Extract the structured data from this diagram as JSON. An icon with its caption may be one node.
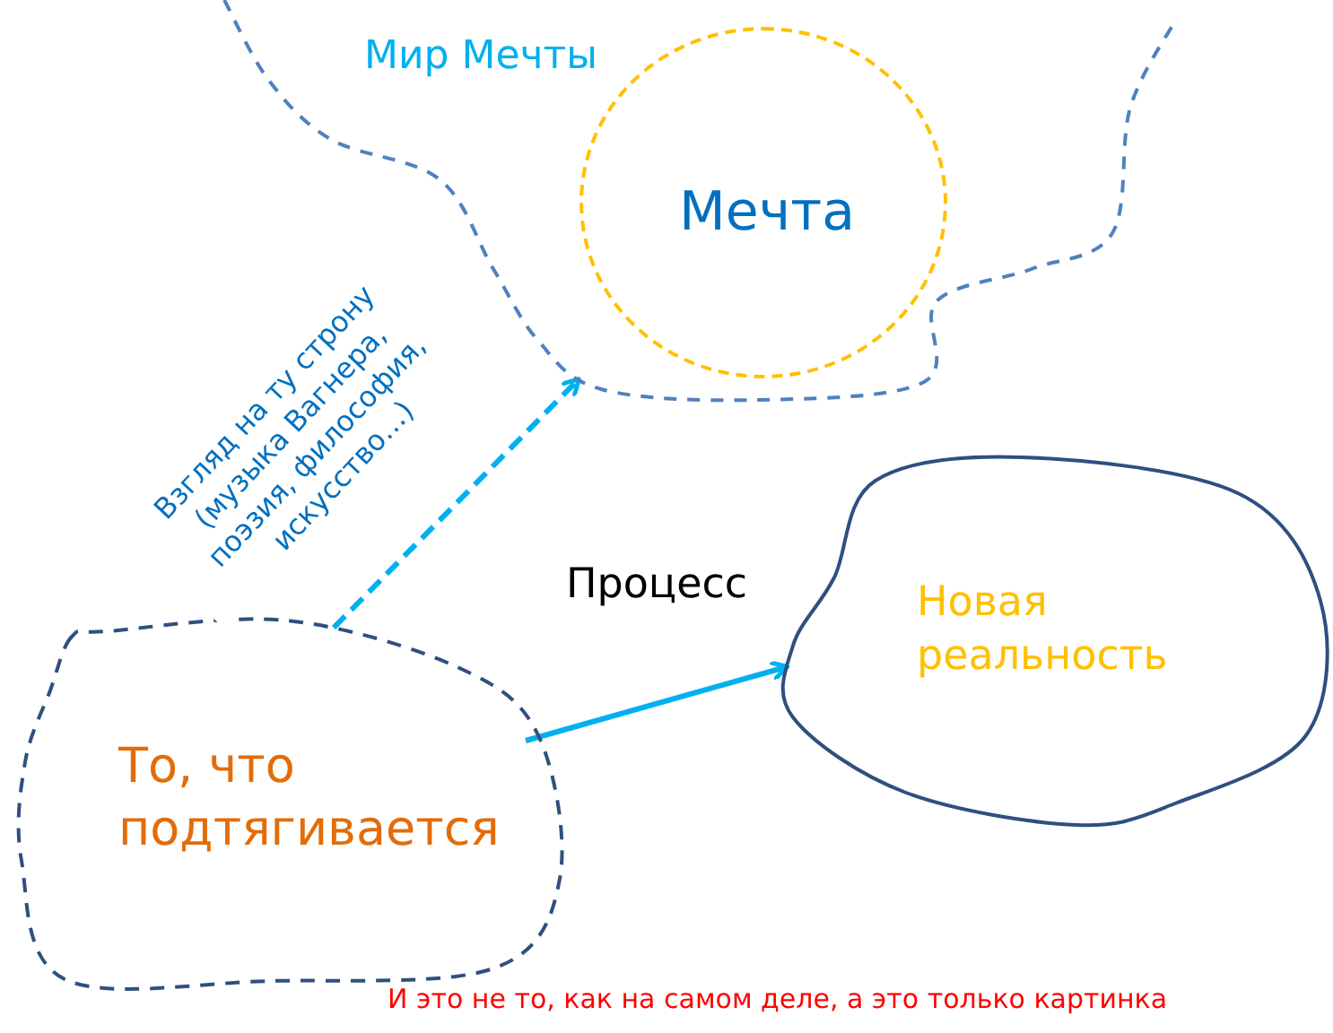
{
  "diagram": {
    "nodes": [
      {
        "text": [
          "Мир Мечты"
        ]
      },
      {
        "text": [
          "Мечта"
        ],
        "in": 0
      },
      {
        "text": [
          "То, что подтягивается"
        ]
      },
      {
        "text": [
          "Новая реальность"
        ]
      }
    ],
    "edges": [
      {
        "from": 2,
        "to": 0,
        "arrow": "to",
        "style": "dashed",
        "label": "Взгляд на ту строну (музыка Вагнера, поэзия, философия, искусство…)"
      },
      {
        "from": 2,
        "to": 3,
        "arrow": "to",
        "label": "Процесс"
      }
    ],
    "labels": [
      "И это не то, как на самом деле, а это только картинка"
    ]
  }
}
